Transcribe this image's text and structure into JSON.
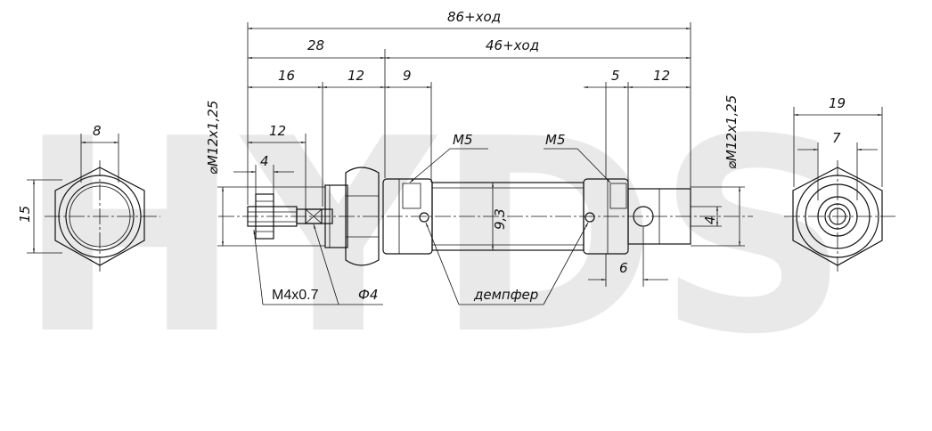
{
  "watermark": "HYDS",
  "dimensions": {
    "overall": "86+ход",
    "d28": "28",
    "d46": "46+ход",
    "d16": "16",
    "d12a": "12",
    "d9": "9",
    "d5": "5",
    "d12b": "12",
    "d12c": "12",
    "d4": "4",
    "d8": "8",
    "d15": "15",
    "d93": "9,3",
    "d4b": "4",
    "d6": "6",
    "d19": "19",
    "d7": "7",
    "thread_left": "⌀M12x1,25",
    "thread_right": "⌀M12x1,25"
  },
  "labels": {
    "m5_left": "M5",
    "m5_right": "M5",
    "m4": "M4x0.7",
    "phi4": "Ф4",
    "damper": "демпфер"
  }
}
